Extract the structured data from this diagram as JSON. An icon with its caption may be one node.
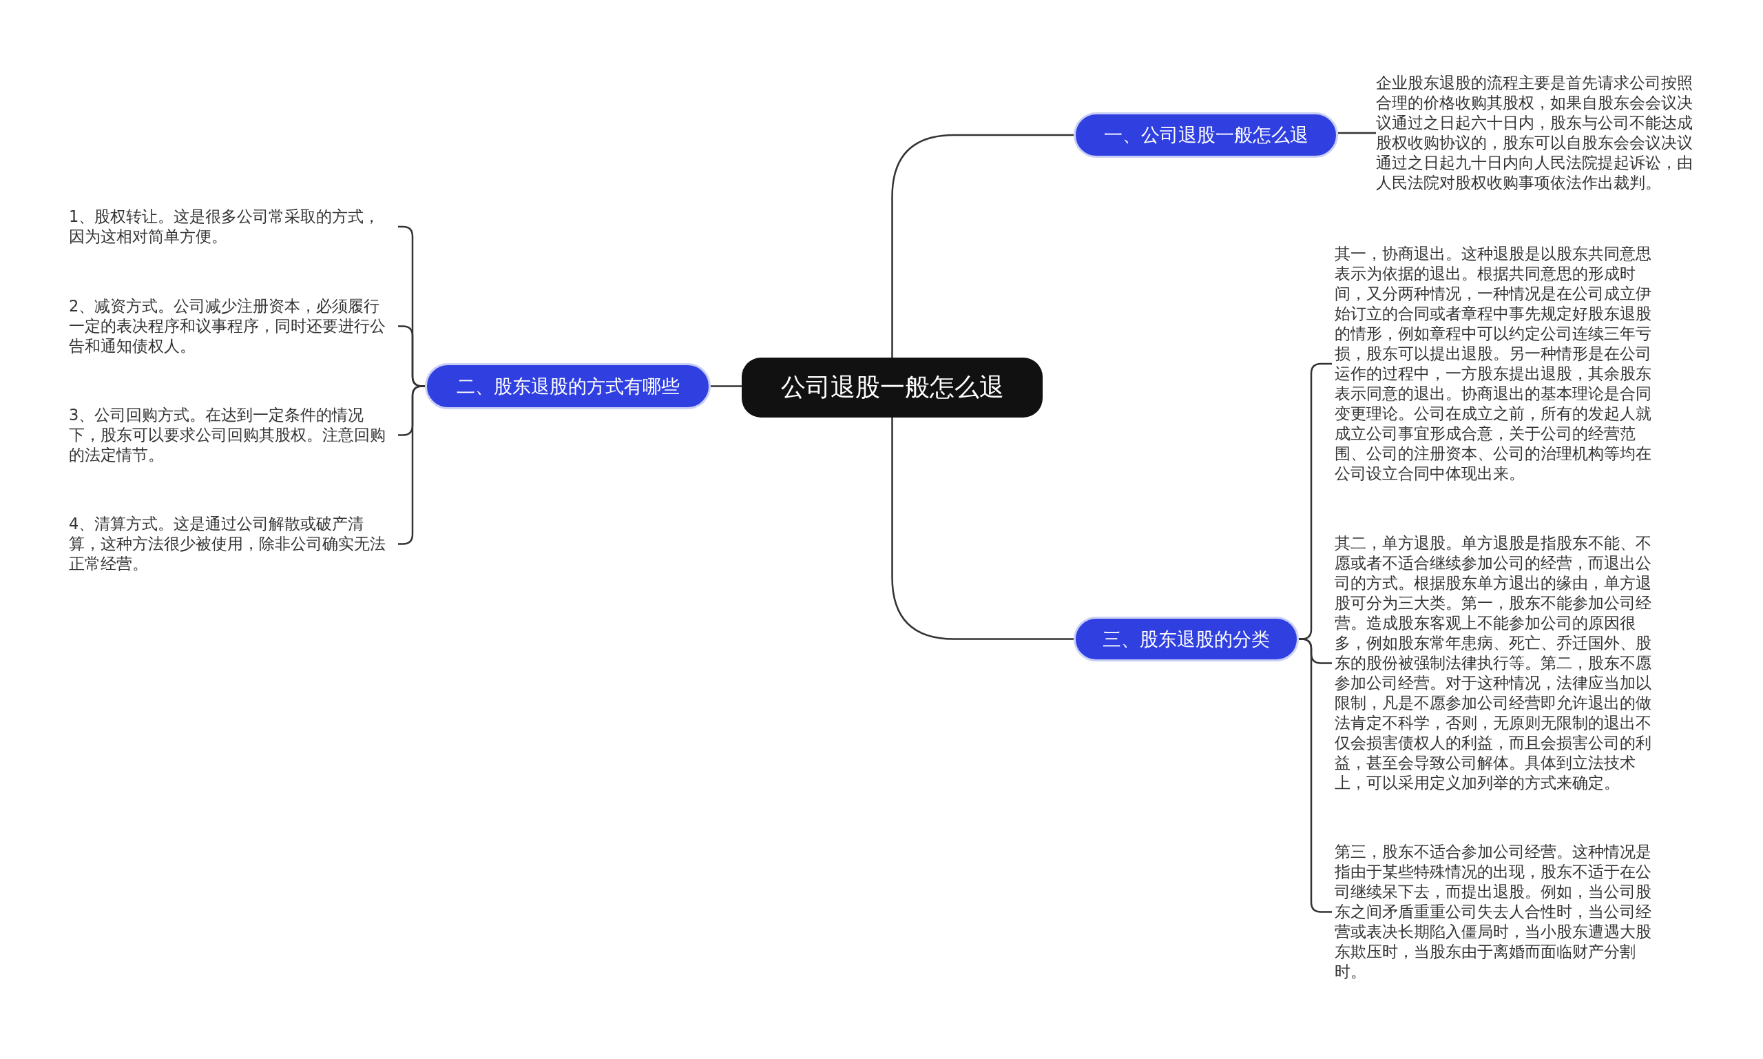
{
  "diagram": {
    "nodes": [
      {
        "text": [
          "公司退股一般怎么退"
        ]
      },
      {
        "text": [
          "一、公司退股一般怎么退"
        ]
      },
      {
        "text": [
          "企业股东退股的流程主要是首先请求公司按照合理的价格收购其股权，如果自股东会会议决议通过之日起六十日内，股东与公司不能达成股权收购协议的，股东可以自股东会会议决议通过之日起九十日内向人民法院提起诉讼，由人民法院对股权收购事项依法作出裁判。"
        ]
      },
      {
        "text": [
          "二、股东退股的方式有哪些"
        ]
      },
      {
        "text": [
          "1、股权转让。这是很多公司常采取的方式，因为这相对简单方便。"
        ]
      },
      {
        "text": [
          "2、减资方式。公司减少注册资本，必须履行一定的表决程序和议事程序，同时还要进行公告和通知债权人。"
        ]
      },
      {
        "text": [
          "3、公司回购方式。在达到一定条件的情况下，股东可以要求公司回购其股权。注意回购的法定情节。"
        ]
      },
      {
        "text": [
          "4、清算方式。这是通过公司解散或破产清算，这种方法很少被使用，除非公司确实无法正常经营。"
        ]
      },
      {
        "text": [
          "三、股东退股的分类"
        ]
      },
      {
        "text": [
          "其一，协商退出。这种退股是以股东共同意思表示为依据的退出。根据共同意思的形成时间，又分两种情况，一种情况是在公司成立伊始订立的合同或者章程中事先规定好股东退股的情形，例如章程中可以约定公司连续三年亏损，股东可以提出退股。另一种情形是在公司运作的过程中，一方股东提出退股，其余股东表示同意的退出。协商退出的基本理论是合同变更理论。公司在成立之前，所有的发起人就成立公司事宜形成合意，关于公司的经营范围、公司的注册资本、公司的治理机构等均在公司设立合同中体现出来。"
        ]
      },
      {
        "text": [
          "其二，单方退股。单方退股是指股东不能、不愿或者不适合继续参加公司的经营，而退出公司的方式。根据股东单方退出的缘由，单方退股可分为三大类。第一，股东不能参加公司经营。造成股东客观上不能参加公司的原因很多，例如股东常年患病、死亡、乔迁国外、股东的股份被强制法律执行等。第二，股东不愿参加公司经营。对于这种情况，法律应当加以限制，凡是不愿参加公司经营即允许退出的做法肯定不科学，否则，无原则无限制的退出不仅会损害债权人的利益，而且会损害公司的利益，甚至会导致公司解体。具体到立法技术上，可以采用定义加列举的方式来确定。"
        ]
      },
      {
        "text": [
          "第三，股东不适合参加公司经营。这种情况是指由于某些特殊情况的出现，股东不适于在公司继续呆下去，而提出退股。例如，当公司股东之间矛盾重重公司失去人合性时，当公司经营或表决长期陷入僵局时，当小股东遭遇大股东欺压时，当股东由于离婚而面临财产分割时。"
        ]
      }
    ],
    "edges": [
      {
        "from": 0,
        "to": 1,
        "arrow": "none"
      },
      {
        "from": 1,
        "to": 2,
        "arrow": "none"
      },
      {
        "from": 0,
        "to": 3,
        "arrow": "none"
      },
      {
        "from": 3,
        "to": 4,
        "arrow": "none"
      },
      {
        "from": 3,
        "to": 5,
        "arrow": "none"
      },
      {
        "from": 3,
        "to": 6,
        "arrow": "none"
      },
      {
        "from": 3,
        "to": 7,
        "arrow": "none"
      },
      {
        "from": 0,
        "to": 8,
        "arrow": "none"
      },
      {
        "from": 8,
        "to": 9,
        "arrow": "none"
      },
      {
        "from": 8,
        "to": 10,
        "arrow": "none"
      },
      {
        "from": 8,
        "to": 11,
        "arrow": "none"
      }
    ]
  }
}
